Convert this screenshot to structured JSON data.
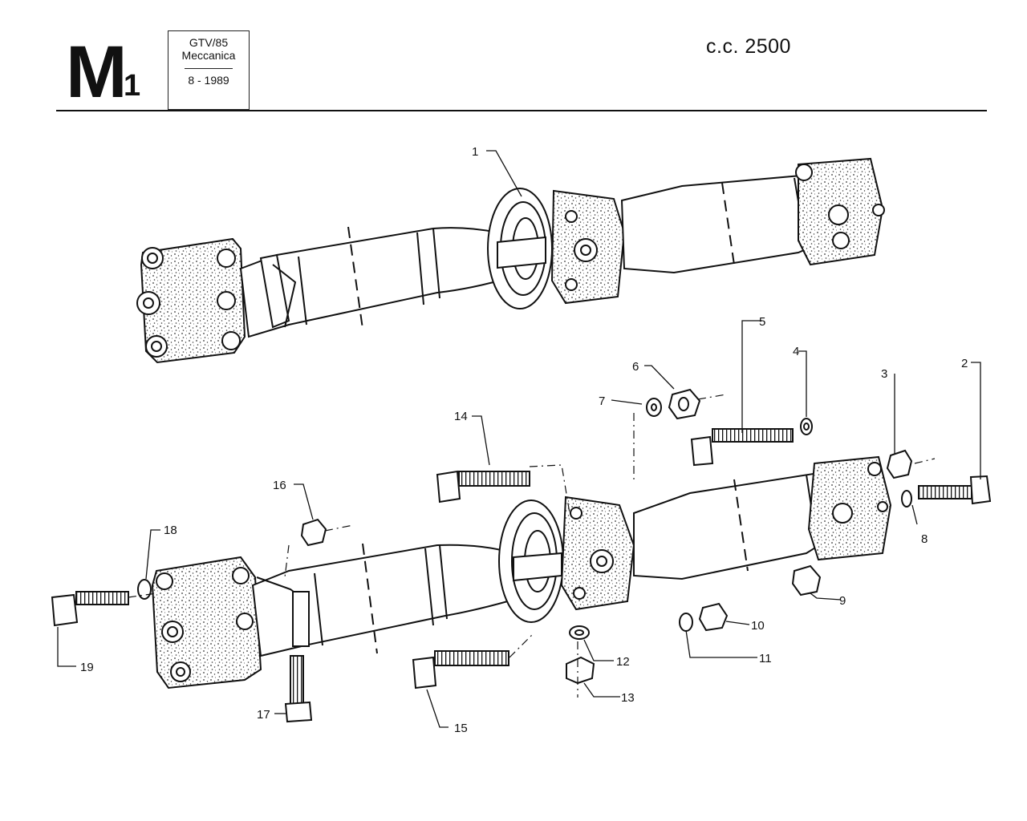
{
  "header": {
    "section_letter": "M",
    "section_number": "1",
    "model": "GTV/85",
    "group": "Meccanica",
    "date": "8 - 1989",
    "displacement": "c.c. 2500"
  },
  "callouts": {
    "c1": "1",
    "c2": "2",
    "c3": "3",
    "c4": "4",
    "c5": "5",
    "c6": "6",
    "c7": "7",
    "c8": "8",
    "c9": "9",
    "c10": "10",
    "c11": "11",
    "c12": "12",
    "c13": "13",
    "c14": "14",
    "c15": "15",
    "c16": "16",
    "c17": "17",
    "c18": "18",
    "c19": "19"
  },
  "colors": {
    "ink": "#111111",
    "paper": "#ffffff"
  }
}
